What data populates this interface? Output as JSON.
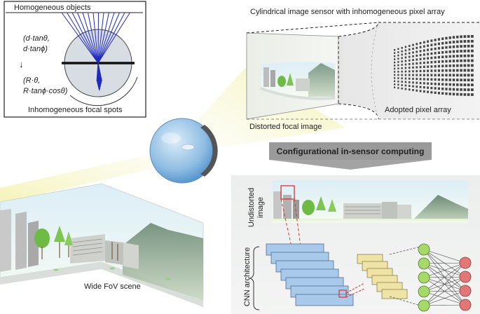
{
  "inset": {
    "top_label": "Homogeneous objects",
    "coord_1_line1": "(d·tanθ,",
    "coord_1_line2": "d·tanϕ)",
    "arrow": "↓",
    "coord_2_line1": "(R·θ,",
    "coord_2_line2": "R·tanϕ·cosθ)",
    "bottom_label": "Inhomogeneous focal spots"
  },
  "sensor": {
    "title": "Cylindrical image sensor with inhomogeneous pixel array",
    "pixel_array_label": "Adopted pixel array",
    "focal_image_label": "Distorted focal image"
  },
  "process_banner": "Configurational in-sensor computing",
  "scene_label": "Wide FoV scene",
  "undistorted_label_line1": "Undistorted",
  "undistorted_label_line2": "image",
  "cnn_label": "CNN architecture",
  "colors": {
    "ray_blue": "#1f2bbf",
    "lens_blue": "#6fa9d8",
    "cone_yellow": "#f2f0a0",
    "feature_map": "#a9c9ea",
    "pooled_map": "#efe4a6",
    "node_green": "#a6d96a",
    "node_red": "#e27777",
    "highlight_red": "#e03030",
    "banner_gray": "#9e9e9e"
  }
}
